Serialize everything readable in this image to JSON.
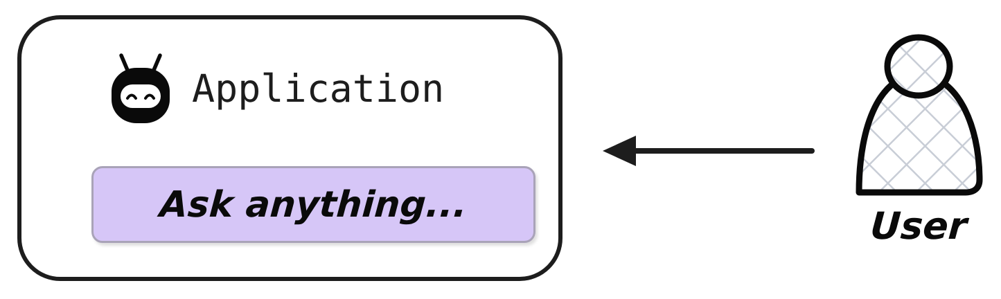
{
  "diagram": {
    "type": "flow",
    "background_color": "#ffffff",
    "stroke_color": "#1d1d1d"
  },
  "application_card": {
    "border_color": "#1d1d1d",
    "background_color": "#ffffff",
    "title": "Application",
    "icon_name": "robot-icon",
    "input": {
      "value": "Ask anything...",
      "placeholder": "Ask anything...",
      "fill_color": "#d6c6f7",
      "border_color": "#a9a3b8"
    }
  },
  "arrow": {
    "name": "arrow-left",
    "direction": "left",
    "color": "#1d1d1d"
  },
  "user": {
    "label": "User",
    "icon_name": "user-figure-icon",
    "hatch_color": "#c8cdd6",
    "outline_color": "#0a0a0a"
  }
}
